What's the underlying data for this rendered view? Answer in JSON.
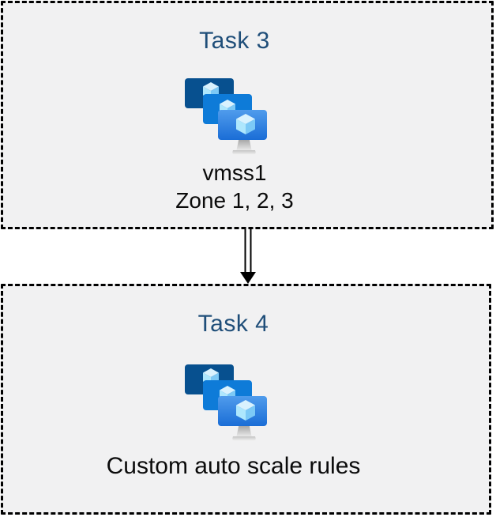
{
  "diagram": {
    "boxes": [
      {
        "title": "Task 3",
        "icon": "vm-scale-sets-icon",
        "label_lines": [
          "vmss1",
          "Zone 1, 2, 3"
        ]
      },
      {
        "title": "Task 4",
        "icon": "vm-scale-sets-icon",
        "label_lines": [
          "Custom auto scale rules"
        ]
      }
    ],
    "connector": {
      "type": "double-line-arrow",
      "direction": "down",
      "color": "#000000"
    },
    "style": {
      "box_background": "#F1F1F2",
      "box_border_color": "#000000",
      "title_color": "#1F4E79",
      "body_text_color": "#0B0B0B",
      "monitor_back_color": "#07508F",
      "monitor_middle_color": "#0E7BD8",
      "monitor_front_gradient": [
        "#509CEC",
        "#1A6DD6"
      ],
      "cube_top_color": "#D9F2FE",
      "cube_left_color": "#AEE7FD",
      "cube_right_color": "#7CC9F6"
    }
  }
}
